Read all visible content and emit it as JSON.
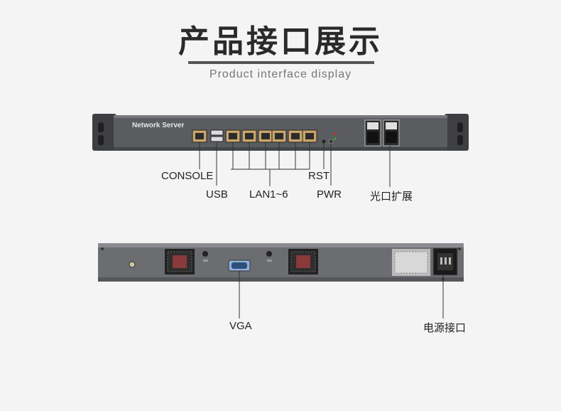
{
  "header": {
    "title": "产品接口展示",
    "subtitle": "Product interface display"
  },
  "front_panel": {
    "brand_text": "Network Server",
    "labels": {
      "console": "CONSOLE",
      "usb": "USB",
      "lan": "LAN1~6",
      "rst": "RST",
      "pwr": "PWR",
      "fiber": "光口扩展"
    }
  },
  "rear_panel": {
    "labels": {
      "vga": "VGA",
      "power": "电源接口"
    }
  },
  "colors": {
    "background": "#f4f4f4",
    "chassis": "#5a5c60",
    "port": "#c9a46a"
  }
}
